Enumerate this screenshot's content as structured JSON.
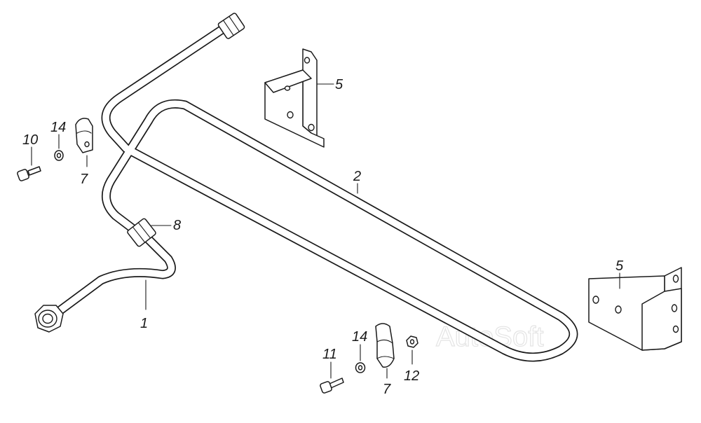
{
  "watermark": "AutoSoft",
  "callouts": {
    "c1": "1",
    "c2": "2",
    "c5a": "5",
    "c5b": "5",
    "c7a": "7",
    "c7b": "7",
    "c8": "8",
    "c10": "10",
    "c11": "11",
    "c12": "12",
    "c14a": "14",
    "c14b": "14"
  }
}
